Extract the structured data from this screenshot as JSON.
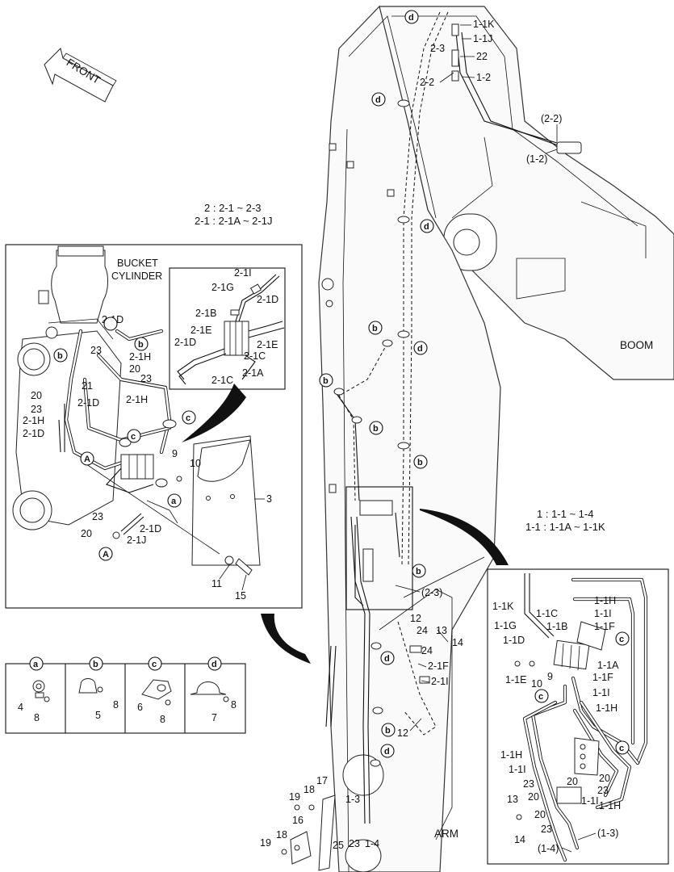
{
  "front_label": "FRONT",
  "region_labels": {
    "boom": "BOOM",
    "arm": "ARM",
    "bucket_cylinder": "BUCKET\nCYLINDER"
  },
  "detail_2": {
    "line1": "2 : 2-1 ~ 2-3",
    "line2": "2-1 : 2-1A ~ 2-1J"
  },
  "detail_1": {
    "line1": "1 : 1-1 ~ 1-4",
    "line2": "1-1 : 1-1A ~ 1-1K"
  },
  "clamp_refs": [
    "a",
    "b",
    "c",
    "d"
  ],
  "clamp_legend": [
    {
      "ref": "a",
      "parts": [
        "4",
        "8"
      ]
    },
    {
      "ref": "b",
      "parts": [
        "5",
        "8"
      ]
    },
    {
      "ref": "c",
      "parts": [
        "6",
        "8"
      ]
    },
    {
      "ref": "d",
      "parts": [
        "7",
        "8"
      ]
    }
  ],
  "view_marker": "A",
  "main_callouts": [
    "1-1K",
    "1-1J",
    "2-3",
    "22",
    "2-2",
    "1-2",
    "(2-2)",
    "(1-2)",
    "(2-3)",
    "12",
    "24",
    "13",
    "14",
    "2-1F",
    "2-1I",
    "1-3",
    "1-4",
    "25",
    "23",
    "17",
    "18",
    "19",
    "16"
  ],
  "inset2_callouts": [
    "2-1D",
    "2-1H",
    "20",
    "23",
    "21",
    "2-1J",
    "9",
    "10",
    "3",
    "11",
    "15",
    "2-1I",
    "2-1G",
    "2-1B",
    "2-1E",
    "2-1C",
    "2-1A"
  ],
  "inset1_callouts": [
    "1-1K",
    "1-1G",
    "1-1C",
    "1-1B",
    "1-1D",
    "1-1E",
    "1-1H",
    "1-1I",
    "1-1F",
    "1-1A",
    "9",
    "10",
    "(1-3)",
    "(1-4)",
    "13",
    "14",
    "20",
    "23"
  ]
}
